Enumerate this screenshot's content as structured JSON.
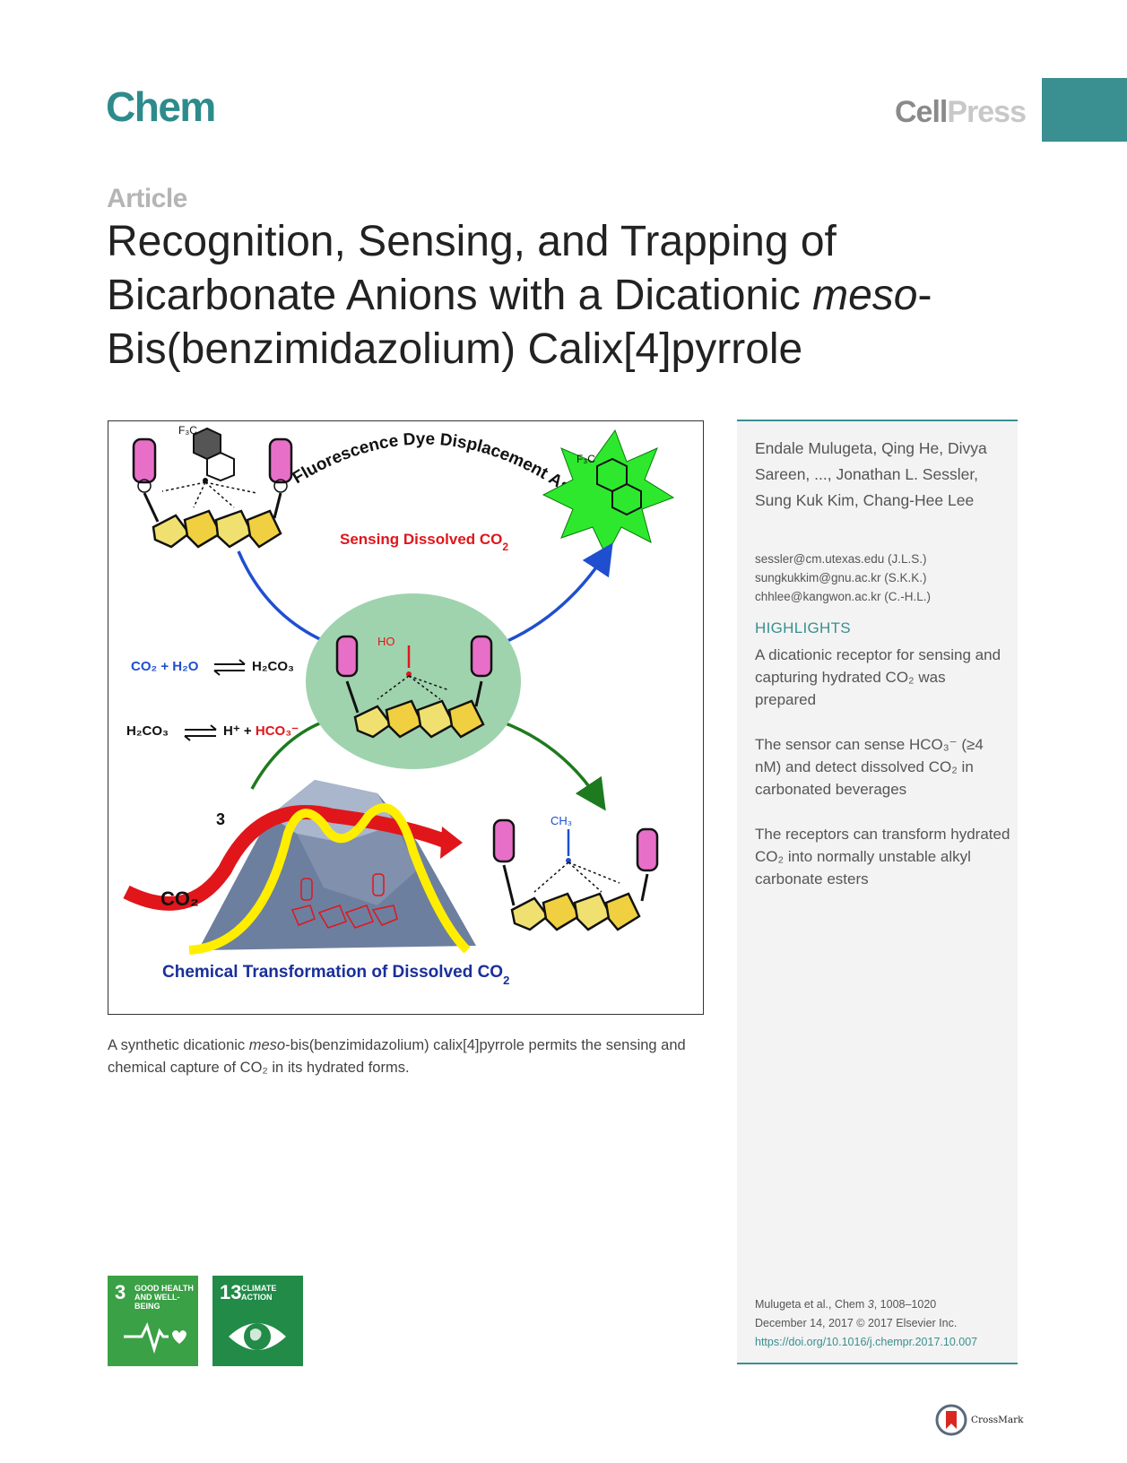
{
  "header": {
    "journal": "Chem",
    "publisher_a": "Cell",
    "publisher_b": "Press"
  },
  "article": {
    "type": "Article",
    "title_line1": "Recognition, Sensing, and Trapping of",
    "title_line2a": "Bicarbonate Anions with a Dicationic ",
    "title_line2b": "meso",
    "title_line2c": "-",
    "title_line3": "Bis(benzimidazolium) Calix[4]pyrrole"
  },
  "graphical_abstract": {
    "label_arc": "Fluorescence Dye Displacement Assay",
    "label_sensing_main": "Sensing Dissolved CO",
    "label_sensing_sub": "2",
    "eq1_lhs": "CO₂ + H₂O",
    "eq1_rhs": "H₂CO₃",
    "eq2_lhs": "H₂CO₃",
    "eq2_mid": "H⁺ + ",
    "eq2_rhs": "HCO₃⁻",
    "label_3": "3",
    "label_co2": "CO₂",
    "label_transformation_main": "Chemical Transformation of Dissolved CO",
    "label_transformation_sub": "2",
    "label_f3c_left": "F₃C",
    "label_f3c_right": "F₃C",
    "label_ho": "HO",
    "label_ch3": "CH₃"
  },
  "caption": {
    "part1": "A synthetic dicationic ",
    "part2": "meso",
    "part3": "-bis(benzimidazolium) calix[4]pyrrole permits the sensing and chemical capture of CO₂ in its hydrated forms."
  },
  "sidebar": {
    "authors": "Endale Mulugeta, Qing He, Divya Sareen, ..., Jonathan L. Sessler, Sung Kuk Kim, Chang-Hee Lee",
    "emails": [
      "sessler@cm.utexas.edu (J.L.S.)",
      "sungkukkim@gnu.ac.kr (S.K.K.)",
      "chhlee@kangwon.ac.kr (C.-H.L.)"
    ],
    "highlights_heading": "HIGHLIGHTS",
    "highlights": [
      "A dicationic receptor for sensing and capturing hydrated CO₂ was prepared",
      "The sensor can sense HCO₃⁻ (≥4 nM) and detect dissolved CO₂ in carbonated beverages",
      "The receptors can transform hydrated CO₂ into normally unstable alkyl carbonate esters"
    ],
    "citation_a": "Mulugeta et al., Chem ",
    "citation_vol": "3",
    "citation_b": ", 1008–1020",
    "citation_line2": "December 14, 2017 © 2017 Elsevier Inc.",
    "doi": "https://doi.org/10.1016/j.chempr.2017.10.007"
  },
  "sdg": [
    {
      "number": "3",
      "label": "GOOD HEALTH AND WELL-BEING",
      "color": "#3aa146"
    },
    {
      "number": "13",
      "label": "CLIMATE ACTION",
      "color": "#218b47"
    }
  ],
  "crossmark": "CrossMark",
  "colors": {
    "accent": "#3a8f91"
  }
}
